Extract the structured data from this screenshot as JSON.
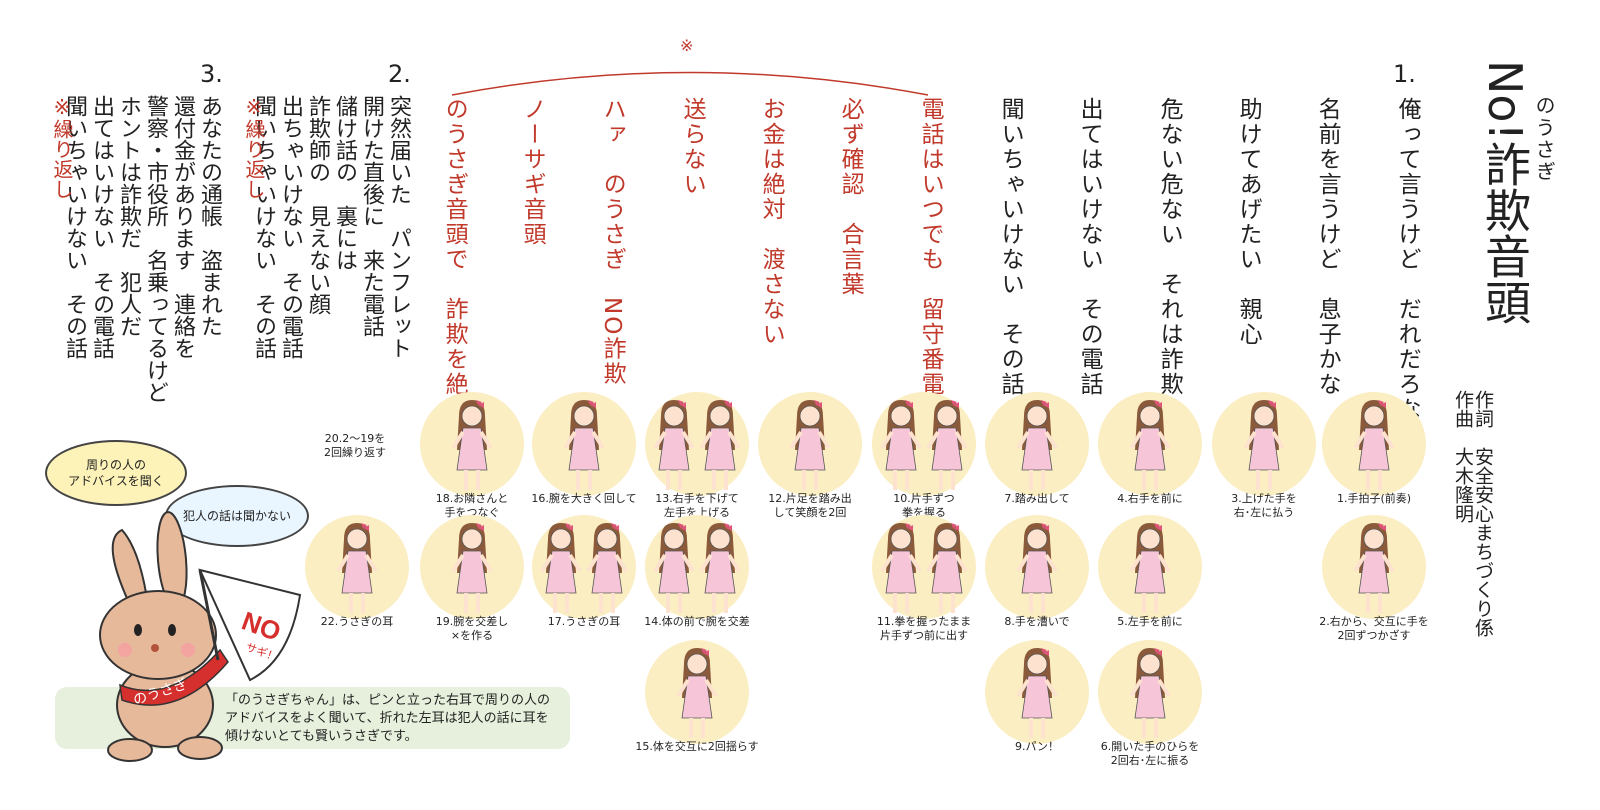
{
  "title": {
    "main": "No!詐欺音頭",
    "ruby": "のうさぎ"
  },
  "credits": {
    "lyrics": "作詞　安全安心まちづくり係",
    "music": "作曲　大木隆明"
  },
  "stanza1": {
    "number": "1.",
    "lines": [
      "俺って言うけど　だれだろな",
      "名前を言うけど　息子かな",
      "助けてあげたい　親心",
      "危ない危ない　それは詐欺",
      "出てはいけない　その電話",
      "聞いちゃいけない　その話"
    ]
  },
  "chorus": {
    "mark": "※",
    "lines": [
      "電話はいつでも　留守番電話",
      "必ず確認　合言葉",
      "お金は絶対　渡さない",
      "送らない",
      "ハァ　のうさぎ　NO詐欺",
      "ノーサギ音頭",
      "のうさぎ音頭で　詐欺を絶つ"
    ]
  },
  "stanza2": {
    "number": "2.",
    "lines": [
      "突然届いた　パンフレット",
      "開けた直後に　来た電話",
      "儲け話の　裏には",
      "詐欺師の　見えない顔",
      "出ちゃいけない　その電話",
      "聞いちゃいけない　その話"
    ],
    "repeat": "※繰り返し"
  },
  "stanza3": {
    "number": "3.",
    "lines": [
      "あなたの通帳　盗まれた",
      "還付金があります　連絡を",
      "警察・市役所　名乗ってるけど",
      "ホントは詐欺だ　犯人だ",
      "出てはいけない　その電話",
      "聞いちゃいけない　その話"
    ],
    "repeat": "※繰り返し"
  },
  "moves": [
    {
      "id": "m1",
      "caption": "1.手拍子(前奏)"
    },
    {
      "id": "m2",
      "caption": "2.右から、交互に手を\n2回ずつかざす"
    },
    {
      "id": "m3",
      "caption": "3.上げた手を\n右･左に払う"
    },
    {
      "id": "m4",
      "caption": "4.右手を前に"
    },
    {
      "id": "m5",
      "caption": "5.左手を前に"
    },
    {
      "id": "m6",
      "caption": "6.開いた手のひらを\n2回右･左に振る"
    },
    {
      "id": "m7",
      "caption": "7.踏み出して"
    },
    {
      "id": "m8",
      "caption": "8.手を漕いで"
    },
    {
      "id": "m9",
      "caption": "9.パン！"
    },
    {
      "id": "m10",
      "caption": "10.片手ずつ\n拳を握る"
    },
    {
      "id": "m11",
      "caption": "11.拳を握ったまま\n片手ずつ前に出す"
    },
    {
      "id": "m12",
      "caption": "12.片足を踏み出\nして笑顔を2回"
    },
    {
      "id": "m13",
      "caption": "13.右手を下げて\n左手を上げる"
    },
    {
      "id": "m14",
      "caption": "14.体の前で腕を交差"
    },
    {
      "id": "m15",
      "caption": "15.体を交互に2回揺らす"
    },
    {
      "id": "m16",
      "caption": "16.腕を大きく回して"
    },
    {
      "id": "m17",
      "caption": "17.うさぎの耳"
    },
    {
      "id": "m18",
      "caption": "18.お隣さんと\n手をつなぐ"
    },
    {
      "id": "m19",
      "caption": "19.腕を交差し\n×を作る"
    },
    {
      "id": "m22",
      "caption": "22.うさぎの耳"
    }
  ],
  "repeat_note": "20.2～19を\n2回繰り返す",
  "mascot": {
    "bubble1": "周りの人の\nアドバイスを聞く",
    "bubble2": "犯人の話は聞かない",
    "sash": "のうさぎ",
    "flag": "NO",
    "flag_small": "サギ！"
  },
  "note": "「のうさぎちゃん」は、ピンと立った右耳で周りの人のアドバイスをよく聞いて、折れた左耳は犯人の話に耳を傾けないとても賢いうさぎです。",
  "colors": {
    "red": "#c0392b",
    "circle": "#fbeec2",
    "dress": "#f6c6d8",
    "note_bg": "#e6f0dc"
  }
}
